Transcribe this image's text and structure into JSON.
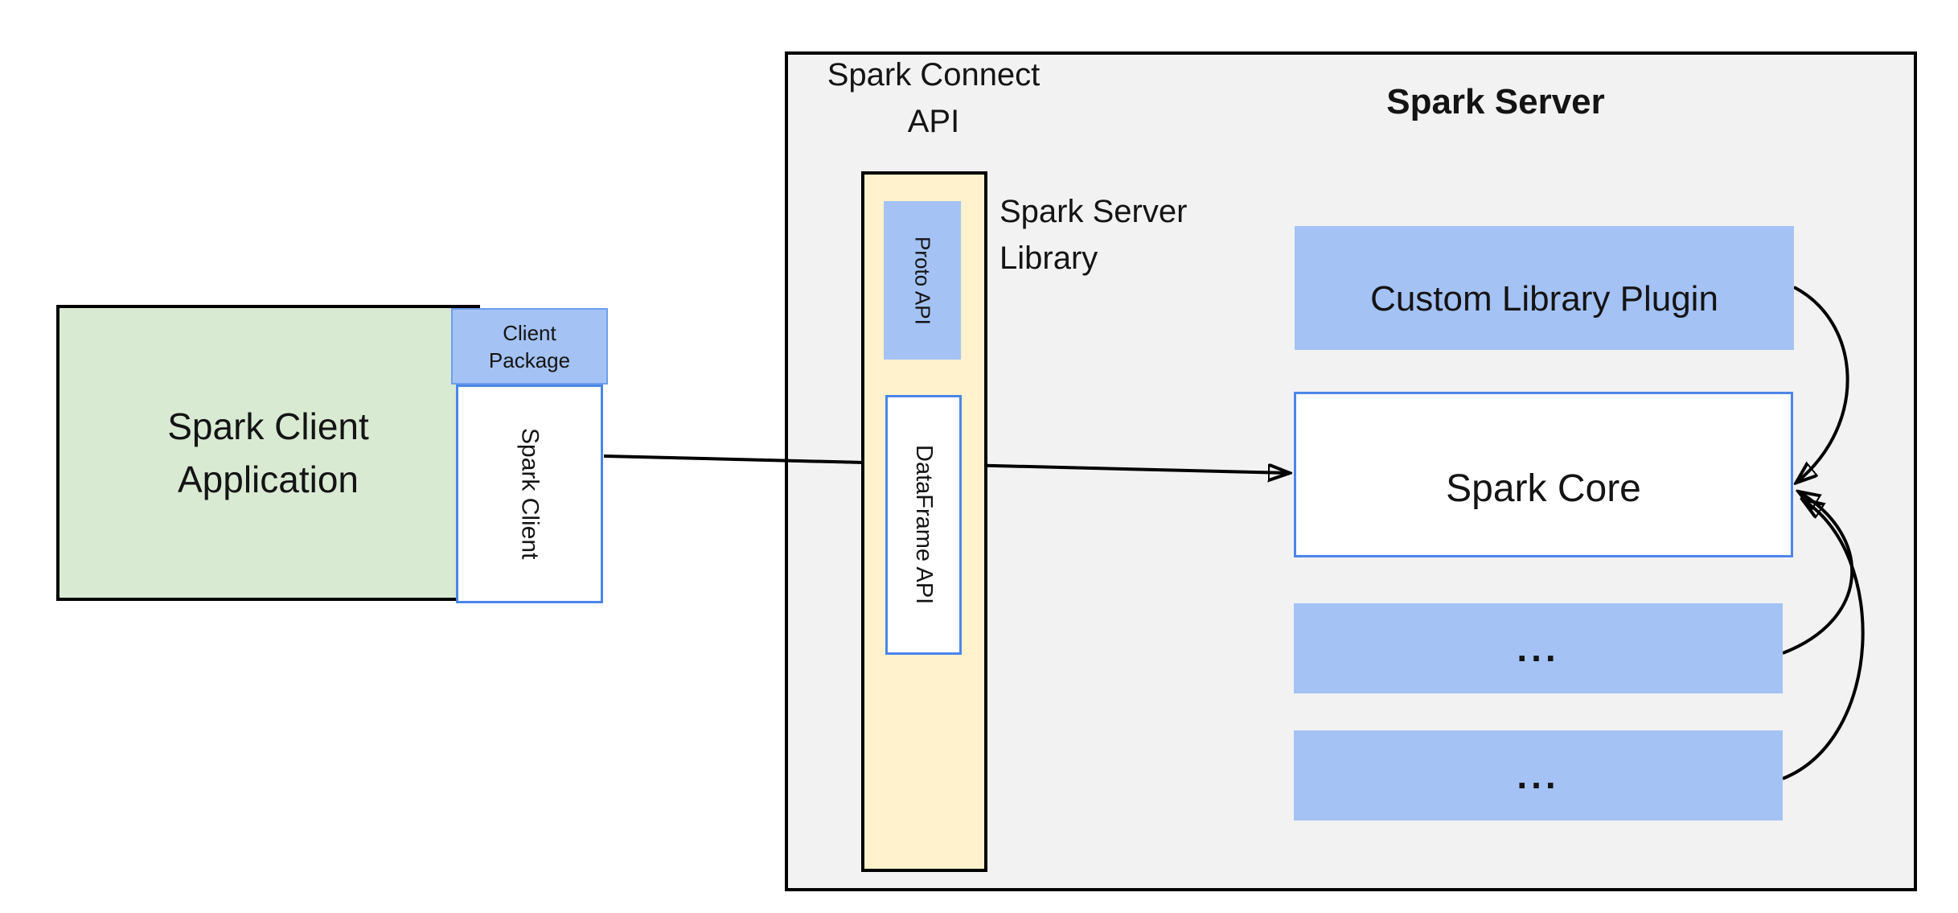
{
  "colors": {
    "page_bg": "#ffffff",
    "container_fill": "#f2f2f3",
    "container_border": "#000000",
    "green_fill": "#d9ead3",
    "blue_fill": "#a4c2f4",
    "blue_border": "#4a86e8",
    "package_border": "#6d9eeb",
    "yellow_fill": "#fff2cc",
    "black": "#000000",
    "text": "#141414"
  },
  "client": {
    "application_line1": "Spark Client",
    "application_line2": "Application",
    "package_line1": "Client",
    "package_line2": "Package",
    "spark_client": "Spark Client"
  },
  "connect_api": {
    "title_line1": "Spark Connect",
    "title_line2": "API",
    "proto_api": "Proto API",
    "dataframe_api": "DataFrame API",
    "library_line1": "Spark Server",
    "library_line2": "Library"
  },
  "server": {
    "title": "Spark Server",
    "plugin": "Custom Library Plugin",
    "core": "Spark Core",
    "ellipsis1": "...",
    "ellipsis2": "..."
  }
}
